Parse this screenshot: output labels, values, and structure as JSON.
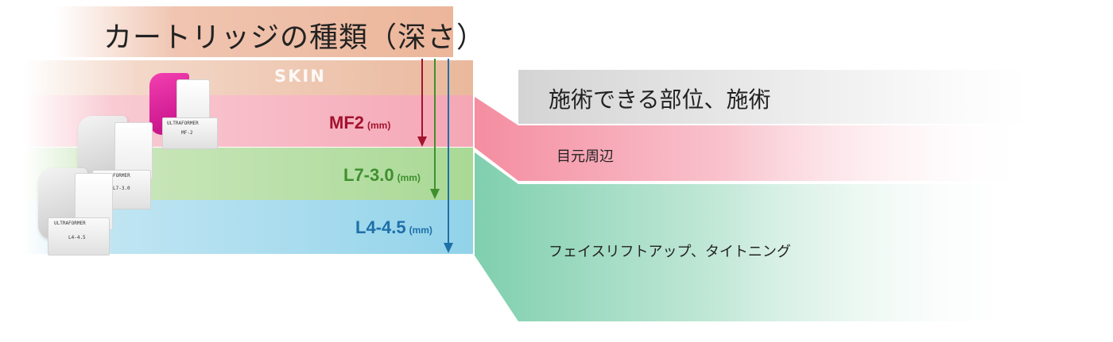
{
  "title": "カートリッジの種類（深さ）",
  "layers": {
    "skin": "SKIN",
    "mf2": {
      "name": "MF2",
      "unit": "(mm)"
    },
    "l7": {
      "name": "L7-3.0",
      "unit": "(mm)"
    },
    "l4": {
      "name": "L4-4.5",
      "unit": "(mm)"
    }
  },
  "devices": {
    "brand": "ULTRAFORMER",
    "pink_label": "MF-2",
    "mid_label": "L7-3.0",
    "front_label": "L4-4.5"
  },
  "regions": {
    "header": "施術できる部位、施術",
    "eyes": "目元周辺",
    "face": "フェイスリフトアップ、タイトニング"
  },
  "colors": {
    "skin": "#eab89c",
    "mf2": "#f5a6b5",
    "l7": "#a9d995",
    "l4": "#92d3ea",
    "mf2_arrow": "#a3122e",
    "l7_arrow": "#3f8f2f",
    "l4_arrow": "#1f6fa8",
    "eyes_region": "#f58fa0",
    "face_region": "#86d2b3"
  }
}
